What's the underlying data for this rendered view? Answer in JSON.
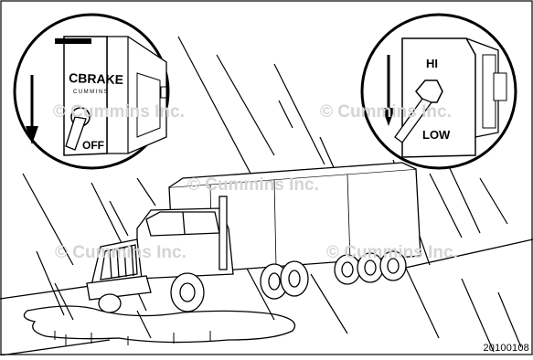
{
  "figure": {
    "figure_id": "20100108",
    "watermark": "© Cummins Inc.",
    "left_switch": {
      "brand": "CBRAKE",
      "sub_brand": "CUMMINS",
      "position_label": "OFF",
      "arrow": "down-arrow-icon"
    },
    "right_switch": {
      "top_label": "HI",
      "bottom_label": "LOW",
      "arrow": "down-arrow-icon"
    }
  }
}
